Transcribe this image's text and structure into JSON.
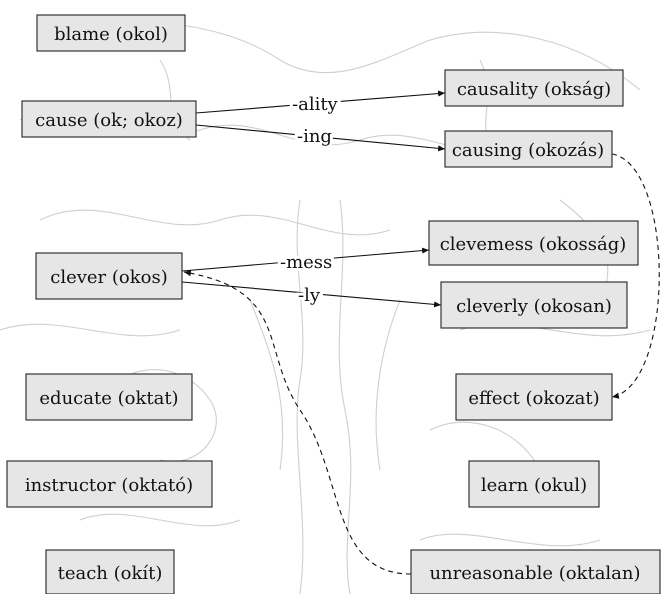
{
  "nodes": [
    {
      "id": "blame",
      "label": "blame (okol)"
    },
    {
      "id": "cause",
      "label": "cause (ok; okoz)"
    },
    {
      "id": "causality",
      "label": "causality (okság)"
    },
    {
      "id": "causing",
      "label": "causing (okozás)"
    },
    {
      "id": "clevemess",
      "label": "clevemess (okosság)"
    },
    {
      "id": "clever",
      "label": "clever (okos)"
    },
    {
      "id": "cleverly",
      "label": "cleverly (okosan)"
    },
    {
      "id": "educate",
      "label": "educate (oktat)"
    },
    {
      "id": "effect",
      "label": "effect (okozat)"
    },
    {
      "id": "instructor",
      "label": "instructor (oktató)"
    },
    {
      "id": "learn",
      "label": "learn (okul)"
    },
    {
      "id": "teach",
      "label": "teach (okít)"
    },
    {
      "id": "unreasonable",
      "label": "unreasonable (oktalan)"
    }
  ],
  "edges": [
    {
      "id": "e-ality",
      "from": "cause",
      "to": "causality",
      "label": "-ality",
      "style": "solid"
    },
    {
      "id": "e-ing",
      "from": "cause",
      "to": "causing",
      "label": "-ing",
      "style": "solid"
    },
    {
      "id": "e-mess",
      "from": "clever",
      "to": "clevemess",
      "label": "-mess",
      "style": "solid"
    },
    {
      "id": "e-ly",
      "from": "clever",
      "to": "cleverly",
      "label": "-ly",
      "style": "solid"
    },
    {
      "id": "e-causing-effect",
      "from": "causing",
      "to": "effect",
      "label": "",
      "style": "dashed"
    },
    {
      "id": "e-clever-unreasonable",
      "from": "unreasonable",
      "to": "clever",
      "label": "",
      "style": "dashed"
    }
  ]
}
